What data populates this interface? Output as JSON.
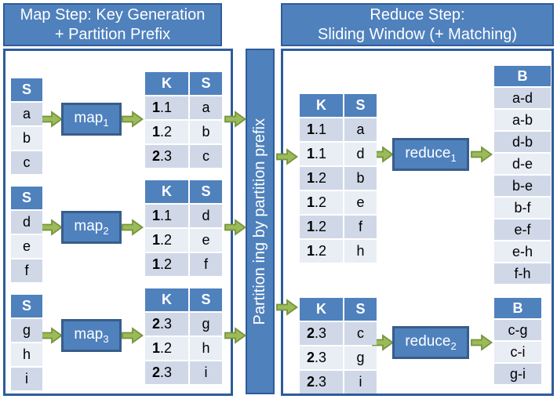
{
  "colors": {
    "accent_blue": "#4F81BD",
    "panel_border_blue": "#2E5C9A",
    "box_border_blue": "#385D8A",
    "row_dark": "#D0D8E8",
    "row_light": "#E9EDF4",
    "arrow_green_fill": "#9BBB59",
    "arrow_green_border": "#77933C"
  },
  "left_panel": {
    "title_line1": "Map Step: Key Generation",
    "title_line2": "+ Partition Prefix",
    "groups": [
      {
        "input": {
          "header": "S",
          "rows": [
            "a",
            "b",
            "c"
          ]
        },
        "op": {
          "label": "map",
          "sub": "1"
        },
        "output": {
          "key_header": "K",
          "val_header": "S",
          "rows": [
            {
              "kp": "1",
              "kr": ".1",
              "s": "a"
            },
            {
              "kp": "1",
              "kr": ".2",
              "s": "b"
            },
            {
              "kp": "2",
              "kr": ".3",
              "s": "c"
            }
          ]
        }
      },
      {
        "input": {
          "header": "S",
          "rows": [
            "d",
            "e",
            "f"
          ]
        },
        "op": {
          "label": "map",
          "sub": "2"
        },
        "output": {
          "key_header": "K",
          "val_header": "S",
          "rows": [
            {
              "kp": "1",
              "kr": ".1",
              "s": "d"
            },
            {
              "kp": "1",
              "kr": ".2",
              "s": "e"
            },
            {
              "kp": "1",
              "kr": ".2",
              "s": "f"
            }
          ]
        }
      },
      {
        "input": {
          "header": "S",
          "rows": [
            "g",
            "h",
            "i"
          ]
        },
        "op": {
          "label": "map",
          "sub": "3"
        },
        "output": {
          "key_header": "K",
          "val_header": "S",
          "rows": [
            {
              "kp": "2",
              "kr": ".3",
              "s": "g"
            },
            {
              "kp": "1",
              "kr": ".2",
              "s": "h"
            },
            {
              "kp": "2",
              "kr": ".3",
              "s": "i"
            }
          ]
        }
      }
    ]
  },
  "partition_bar": {
    "label": "Partition ing by partition prefix"
  },
  "right_panel": {
    "title_line1": "Reduce Step:",
    "title_line2": "Sliding Window (+ Matching)",
    "groups": [
      {
        "input": {
          "key_header": "K",
          "val_header": "S",
          "rows": [
            {
              "kp": "1",
              "kr": ".1",
              "s": "a"
            },
            {
              "kp": "1",
              "kr": ".1",
              "s": "d"
            },
            {
              "kp": "1",
              "kr": ".2",
              "s": "b"
            },
            {
              "kp": "1",
              "kr": ".2",
              "s": "e"
            },
            {
              "kp": "1",
              "kr": ".2",
              "s": "f"
            },
            {
              "kp": "1",
              "kr": ".2",
              "s": "h"
            }
          ]
        },
        "op": {
          "label": "reduce",
          "sub": "1"
        },
        "output": {
          "header": "B",
          "rows": [
            "a-d",
            "a-b",
            "d-b",
            "d-e",
            "b-e",
            "b-f",
            "e-f",
            "e-h",
            "f-h"
          ]
        }
      },
      {
        "input": {
          "key_header": "K",
          "val_header": "S",
          "rows": [
            {
              "kp": "2",
              "kr": ".3",
              "s": "c"
            },
            {
              "kp": "2",
              "kr": ".3",
              "s": "g"
            },
            {
              "kp": "2",
              "kr": ".3",
              "s": "i"
            }
          ]
        },
        "op": {
          "label": "reduce",
          "sub": "2"
        },
        "output": {
          "header": "B",
          "rows": [
            "c-g",
            "c-i",
            "g-i"
          ]
        }
      }
    ]
  }
}
